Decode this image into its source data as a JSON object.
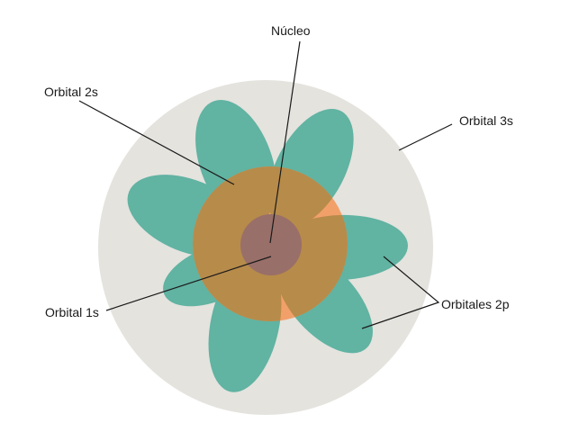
{
  "diagram": {
    "type": "atomic-orbitals",
    "labels": {
      "nucleus": "Núcleo",
      "orbital_2s": "Orbital 2s",
      "orbital_3s": "Orbital 3s",
      "orbitals_2p": "Orbitales 2p",
      "orbital_1s": "Orbital 1s"
    },
    "colors": {
      "orbital_3s_fill": "#E4E3DE",
      "orbital_2p_fill": "#61B3A2",
      "orbital_2s_fill": "#F2A06A",
      "overlap_fill": "#B78B4A",
      "nucleus_fill": "#996F69",
      "leader_line": "#1a1a1a"
    }
  }
}
